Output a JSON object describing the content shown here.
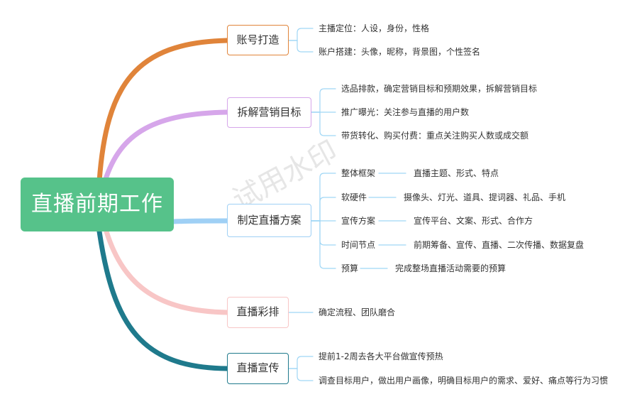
{
  "root": {
    "label": "直播前期工作",
    "color": "#56c28a"
  },
  "watermark": "试用水印",
  "branches": [
    {
      "label": "账号打造",
      "color": "#e0843a",
      "items": [
        {
          "text": "主播定位：人设，身份，性格"
        },
        {
          "text": "账户搭建：头像，昵称，背景图，个性签名"
        }
      ]
    },
    {
      "label": "拆解营销目标",
      "color": "#d6a6ea",
      "items": [
        {
          "text": "选品排款，确定营销目标和预期效果，拆解营销目标"
        },
        {
          "text": "推广曝光：关注参与直播的用户数"
        },
        {
          "text": "带货转化、购买付费：重点关注购买人数或成交额"
        }
      ]
    },
    {
      "label": "制定直播方案",
      "color": "#9fd0f5",
      "items": [
        {
          "text": "整体框架",
          "detail": "直播主题、形式、特点"
        },
        {
          "text": "软硬件",
          "detail": "摄像头、灯光、道具、提词器、礼品、手机"
        },
        {
          "text": "宣传方案",
          "detail": "宣传平台、文案、形式、合作方"
        },
        {
          "text": "时间节点",
          "detail": "前期筹备、宣传、直播、二次传播、数据复盘"
        },
        {
          "text": "预算",
          "detail": "完成整场直播活动需要的预算"
        }
      ]
    },
    {
      "label": "直播彩排",
      "color": "#f8c6c6",
      "items": [
        {
          "text": "确定流程、团队磨合"
        }
      ]
    },
    {
      "label": "直播宣传",
      "color": "#1f7a8c",
      "items": [
        {
          "text": "提前1-2周去各大平台做宣传预热"
        },
        {
          "text": "调查目标用户，做出用户画像，明确目标用户的需求、爱好、痛点等行为习惯"
        }
      ]
    }
  ]
}
